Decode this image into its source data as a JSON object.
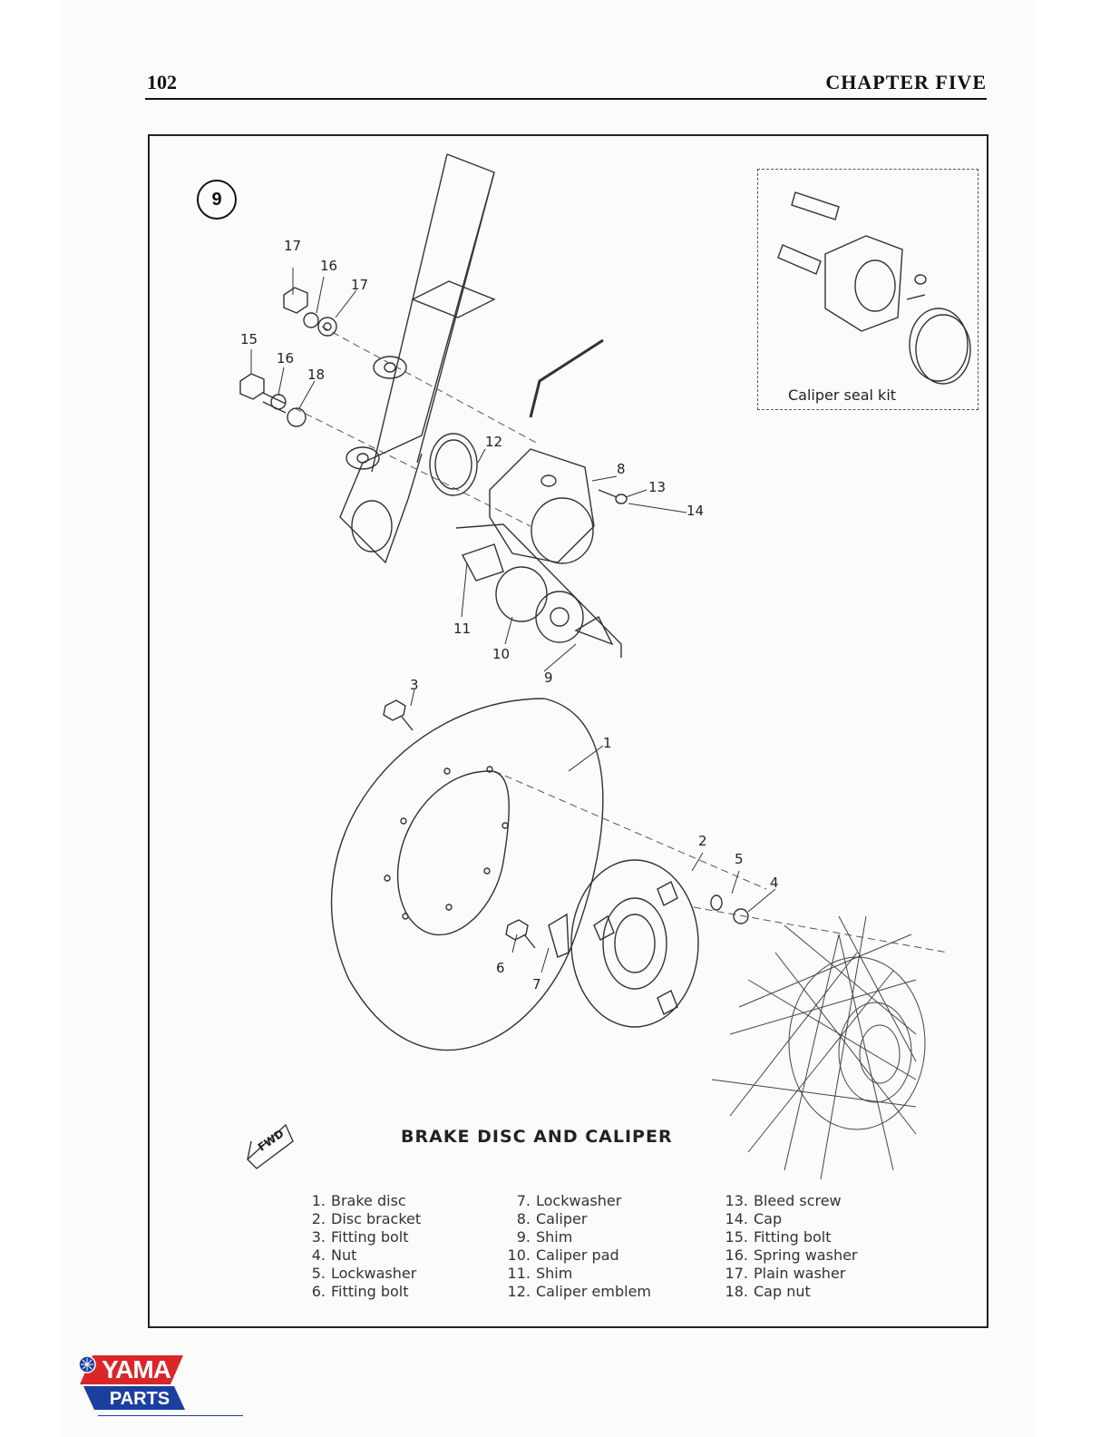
{
  "header": {
    "page_number": "102",
    "chapter": "CHAPTER FIVE"
  },
  "figure": {
    "number": "9",
    "title": "BRAKE DISC AND CALIPER",
    "inset_label": "Caliper seal kit",
    "fwd_label": "FWD",
    "callouts": [
      "1",
      "2",
      "3",
      "4",
      "5",
      "6",
      "7",
      "8",
      "9",
      "10",
      "11",
      "12",
      "13",
      "14",
      "15",
      "16",
      "16",
      "17",
      "17",
      "18"
    ]
  },
  "legend": {
    "column1": [
      {
        "num": "1.",
        "label": "Brake disc"
      },
      {
        "num": "2.",
        "label": "Disc bracket"
      },
      {
        "num": "3.",
        "label": "Fitting bolt"
      },
      {
        "num": "4.",
        "label": "Nut"
      },
      {
        "num": "5.",
        "label": "Lockwasher"
      },
      {
        "num": "6.",
        "label": "Fitting bolt"
      }
    ],
    "column2": [
      {
        "num": "7.",
        "label": "Lockwasher"
      },
      {
        "num": "8.",
        "label": "Caliper"
      },
      {
        "num": "9.",
        "label": "Shim"
      },
      {
        "num": "10.",
        "label": "Caliper pad"
      },
      {
        "num": "11.",
        "label": "Shim"
      },
      {
        "num": "12.",
        "label": "Caliper emblem"
      }
    ],
    "column3": [
      {
        "num": "13.",
        "label": "Bleed screw"
      },
      {
        "num": "14.",
        "label": "Cap"
      },
      {
        "num": "15.",
        "label": "Fitting bolt"
      },
      {
        "num": "16.",
        "label": "Spring washer"
      },
      {
        "num": "17.",
        "label": "Plain washer"
      },
      {
        "num": "18.",
        "label": "Cap nut"
      }
    ]
  },
  "logo": {
    "top_text": "YAMA",
    "bottom_text": "PARTS",
    "colors": {
      "red": "#d9262b",
      "blue": "#1b3fa0"
    }
  }
}
